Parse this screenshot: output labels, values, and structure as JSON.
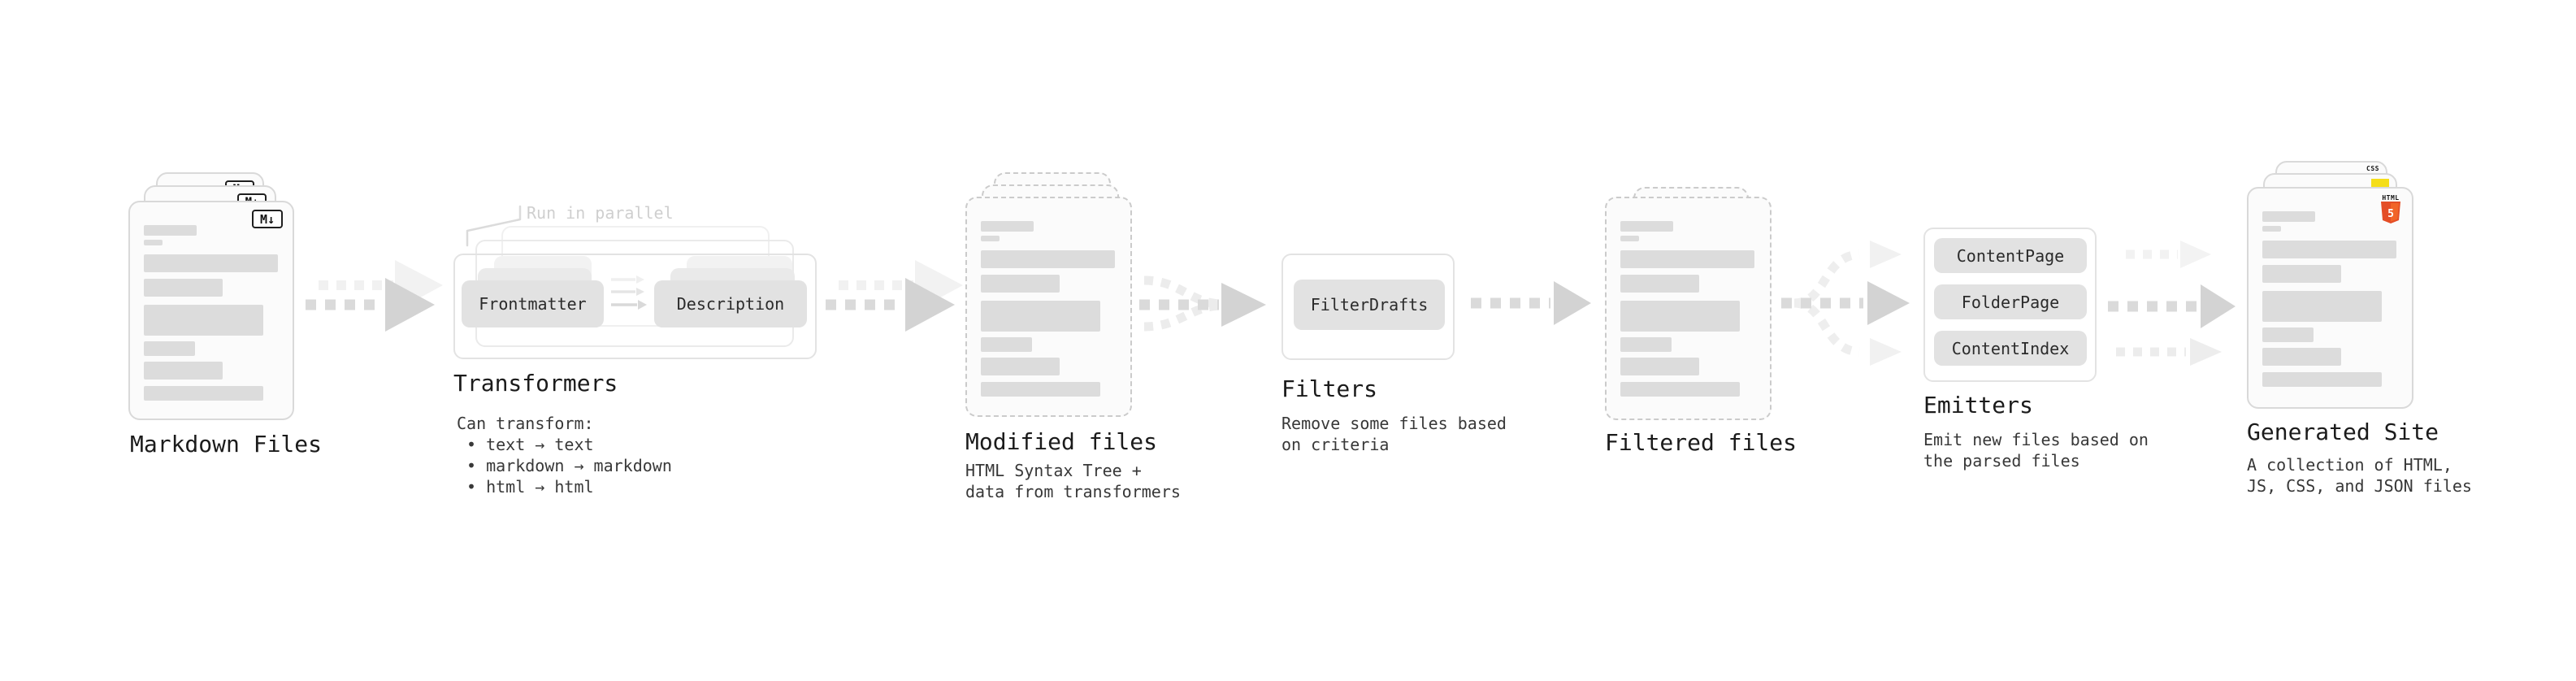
{
  "markdown_files": {
    "title": "Markdown Files",
    "badge": "M↓"
  },
  "transformers": {
    "title": "Transformers",
    "parallel_label": "Run in parallel",
    "pill_left": "Frontmatter",
    "pill_right": "Description",
    "note_heading": "Can transform:",
    "bullets": [
      "• text → text",
      "• markdown → markdown",
      "• html → html"
    ]
  },
  "modified_files": {
    "title": "Modified files",
    "subtitle_line1": "HTML Syntax Tree +",
    "subtitle_line2": "data from transformers"
  },
  "filters": {
    "title": "Filters",
    "pill": "FilterDrafts",
    "subtitle_line1": "Remove some files based",
    "subtitle_line2": "on criteria"
  },
  "filtered_files": {
    "title": "Filtered files"
  },
  "emitters": {
    "title": "Emitters",
    "pills": [
      "ContentPage",
      "FolderPage",
      "ContentIndex"
    ],
    "subtitle_line1": "Emit new files based on",
    "subtitle_line2": "the parsed files"
  },
  "generated_site": {
    "title": "Generated Site",
    "subtitle_line1": "A collection of HTML,",
    "subtitle_line2": "JS, CSS, and JSON files",
    "css_badge": "CSS",
    "html_badge_label": "HTML",
    "html_badge_number": "5"
  },
  "colors": {
    "html5_orange": "#e44d26",
    "html5_orange_light": "#f16529",
    "js_yellow": "#f5de19",
    "css_blue": "#2962f2"
  }
}
